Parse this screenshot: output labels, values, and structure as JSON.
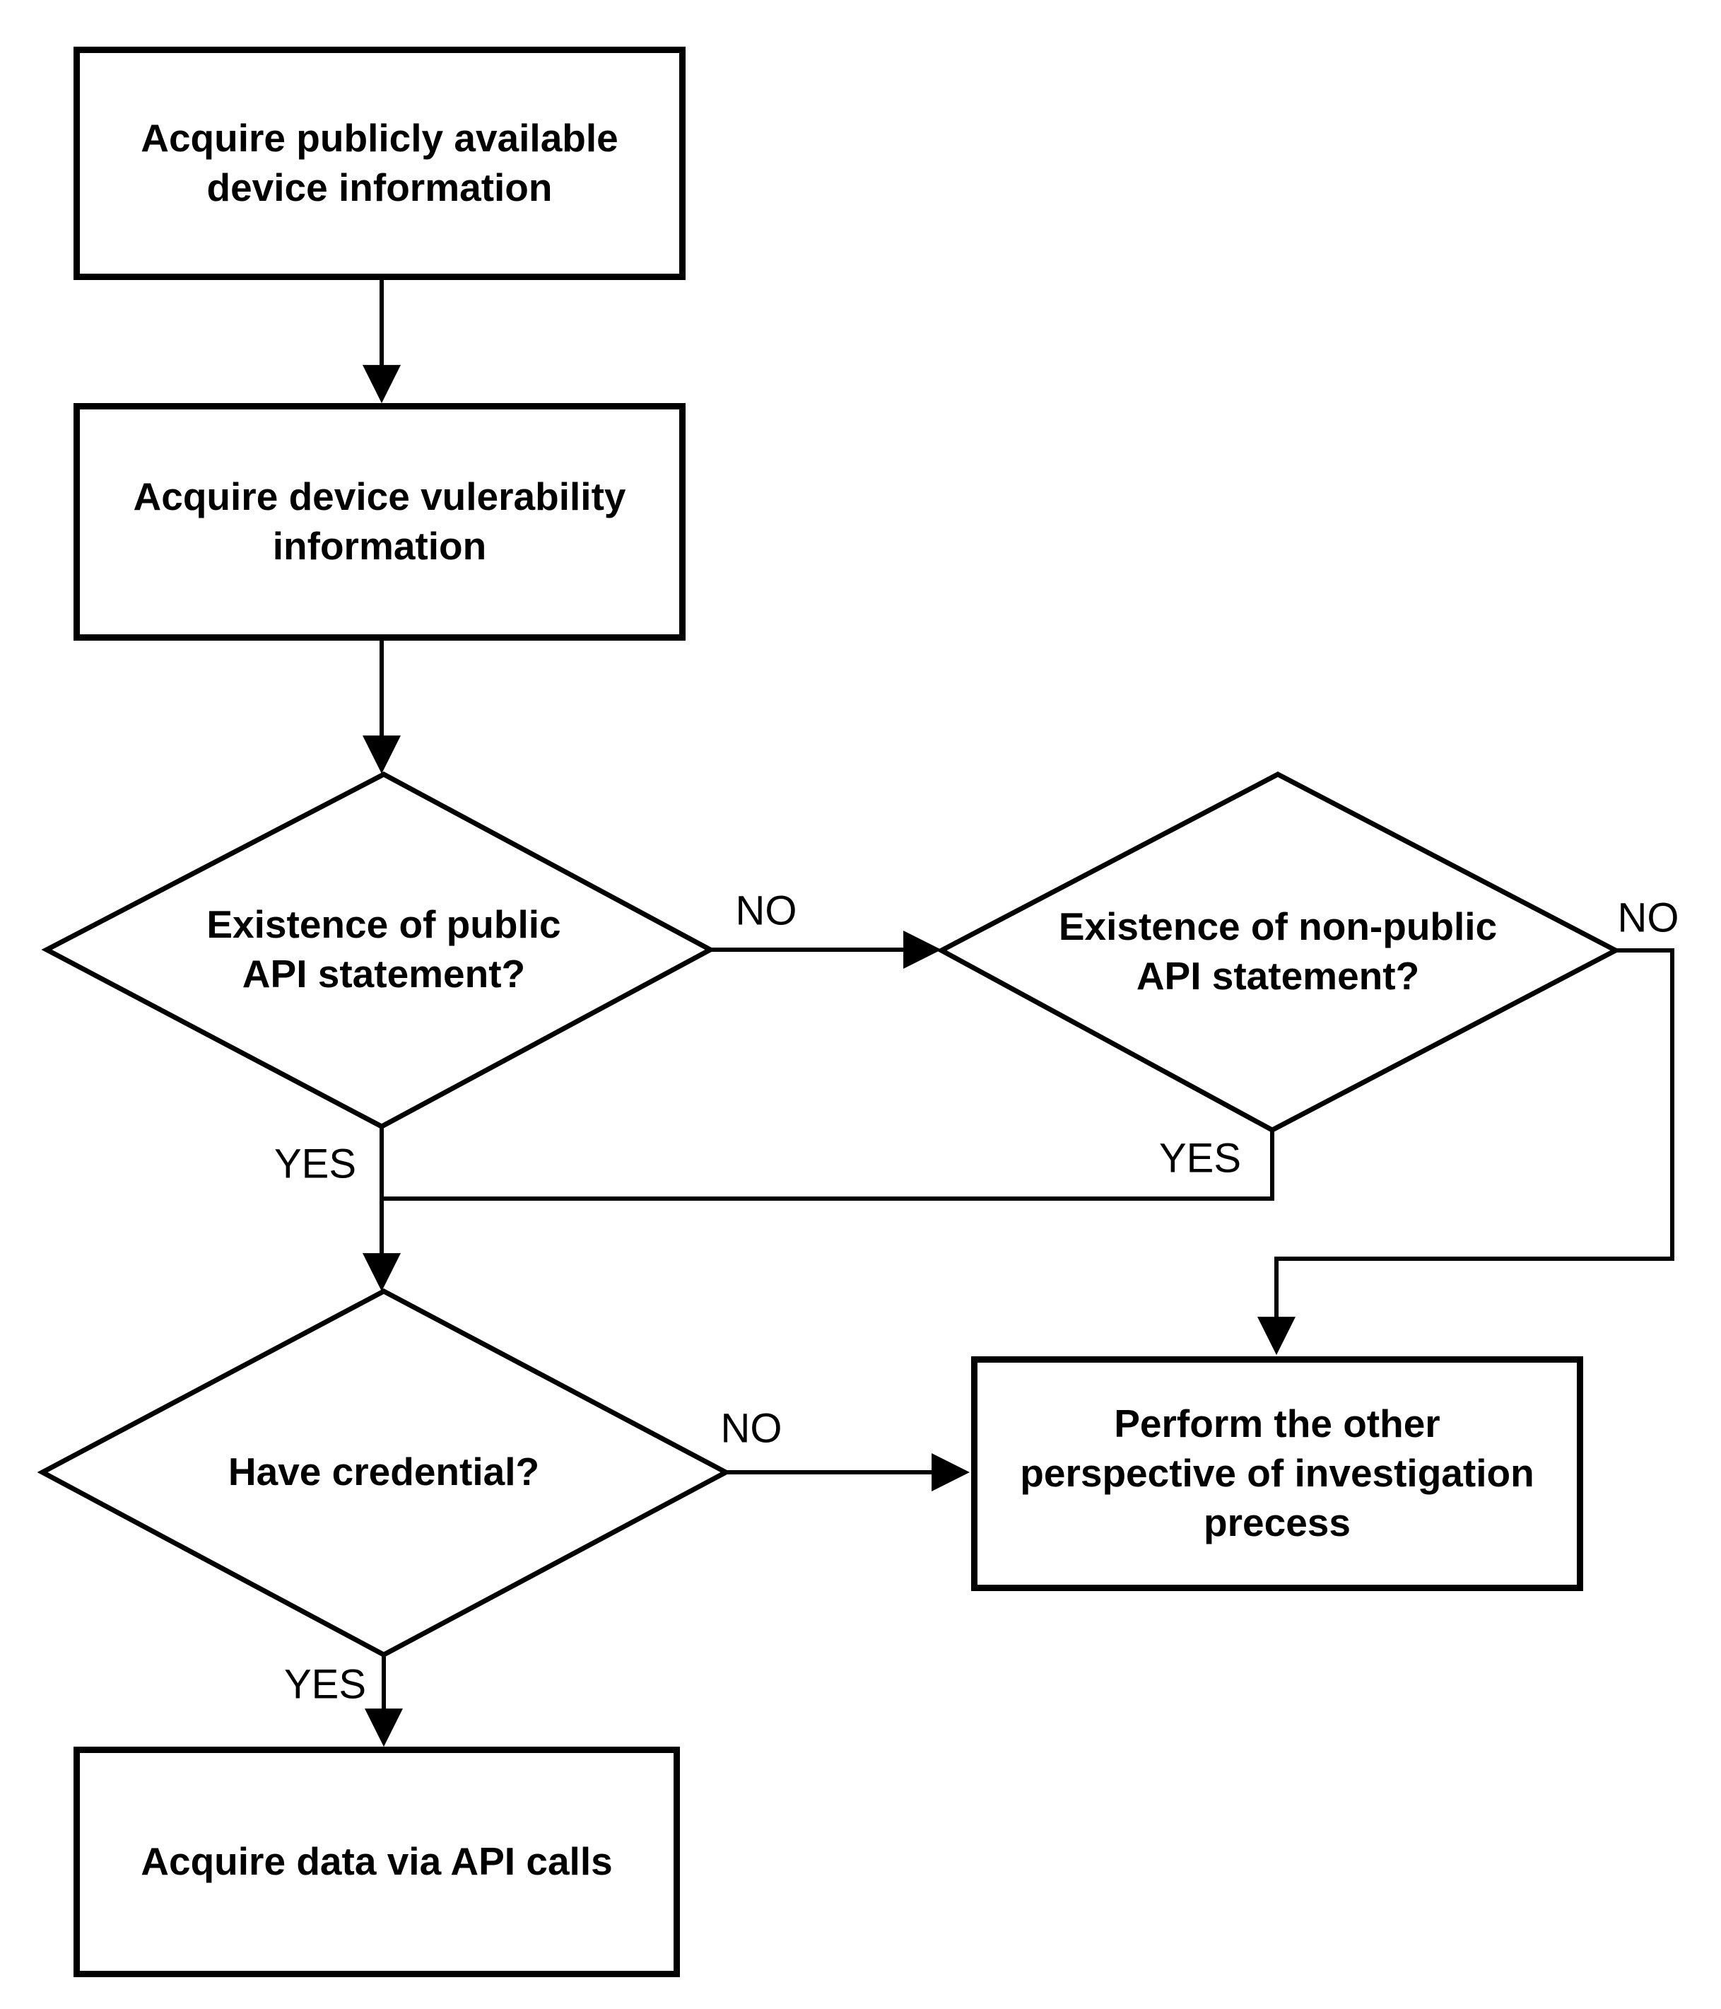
{
  "flowchart": {
    "type": "flowchart",
    "colors": {
      "line": "#000000",
      "fill": "#ffffff",
      "text": "#000000",
      "background": "#ffffff"
    },
    "nodes": [
      {
        "id": "acquire-public-info",
        "type": "process",
        "label": "Acquire publicly available\ndevice information"
      },
      {
        "id": "acquire-vuln-info",
        "type": "process",
        "label": "Acquire device vulerability\ninformation"
      },
      {
        "id": "public-api-decision",
        "type": "decision",
        "label": "Existence of public\nAPI statement?"
      },
      {
        "id": "nonpublic-api-decision",
        "type": "decision",
        "label": "Existence of non-public\nAPI statement?"
      },
      {
        "id": "have-credential-decision",
        "type": "decision",
        "label": "Have credential?"
      },
      {
        "id": "other-perspective-process",
        "type": "process",
        "label": "Perform the other\nperspective of investigation\nprecess"
      },
      {
        "id": "acquire-data-api",
        "type": "process",
        "label": "Acquire data via API calls"
      }
    ],
    "edges": [
      {
        "from": "acquire-public-info",
        "to": "acquire-vuln-info",
        "label": ""
      },
      {
        "from": "acquire-vuln-info",
        "to": "public-api-decision",
        "label": ""
      },
      {
        "from": "public-api-decision",
        "to": "have-credential-decision",
        "label": "YES"
      },
      {
        "from": "public-api-decision",
        "to": "nonpublic-api-decision",
        "label": "NO"
      },
      {
        "from": "nonpublic-api-decision",
        "to": "have-credential-decision",
        "label": "YES"
      },
      {
        "from": "nonpublic-api-decision",
        "to": "other-perspective-process",
        "label": "NO"
      },
      {
        "from": "have-credential-decision",
        "to": "acquire-data-api",
        "label": "YES"
      },
      {
        "from": "have-credential-decision",
        "to": "other-perspective-process",
        "label": "NO"
      }
    ]
  }
}
